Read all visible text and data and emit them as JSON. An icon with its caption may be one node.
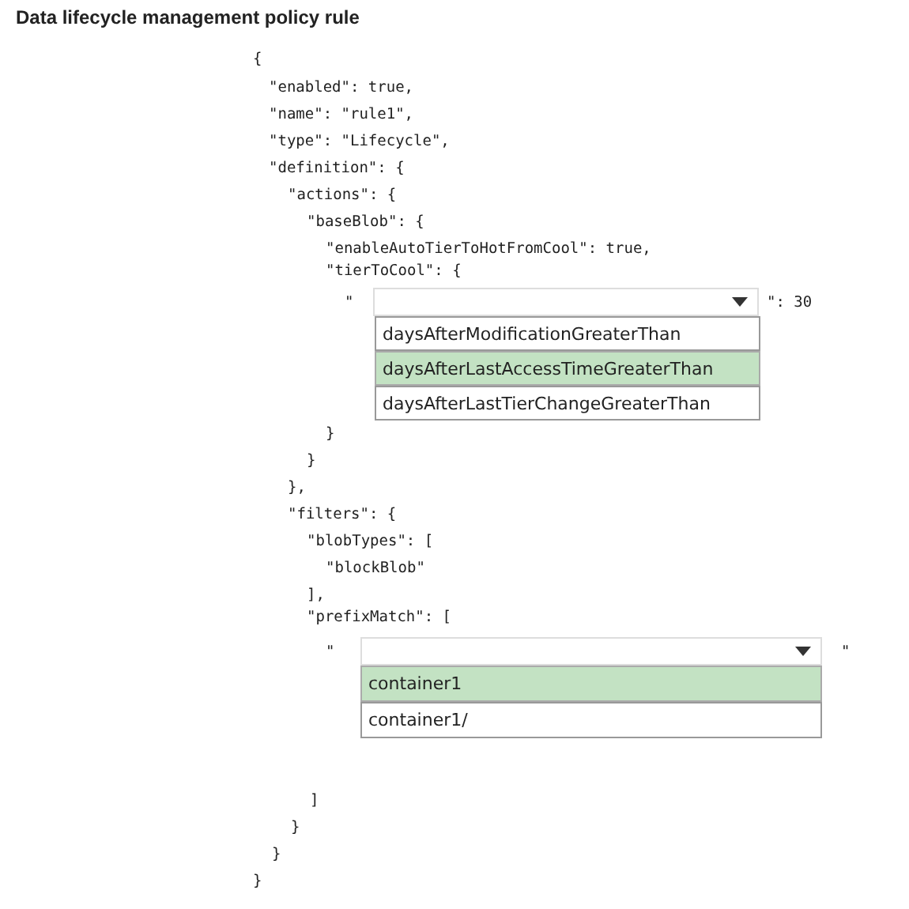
{
  "diagram": {
    "title": "Data lifecycle management policy rule",
    "nodes": [
      {
        "text": [],
        "shape": "box"
      },
      {
        "text": [
          "daysAfterModificationGreaterThan"
        ]
      },
      {
        "text": [
          "daysAfterLastAccessTimeGreaterThan"
        ]
      },
      {
        "text": [
          "daysAfterLastTierChangeGreaterThan"
        ]
      },
      {
        "text": [],
        "shape": "box"
      },
      {
        "text": [
          "container1"
        ]
      },
      {
        "text": [
          "container1/"
        ]
      }
    ],
    "labels": [
      "{",
      "\"enabled\": true,",
      "\"name\": \"rule1\",",
      "\"type\": \"Lifecycle\",",
      "\"definition\": {",
      "\"actions\": {",
      "\"baseBlob\": {",
      "\"enableAutoTierToHotFromCool\": true,",
      "\"tierToCool\": {",
      "\"",
      "\": 30",
      "}",
      "}",
      "},",
      "\"filters\": {",
      "\"blobTypes\": [",
      "\"blockBlob\"",
      "],",
      "\"prefixMatch\": [",
      "\"",
      "\"",
      "]",
      "}",
      "}",
      "}"
    ]
  }
}
